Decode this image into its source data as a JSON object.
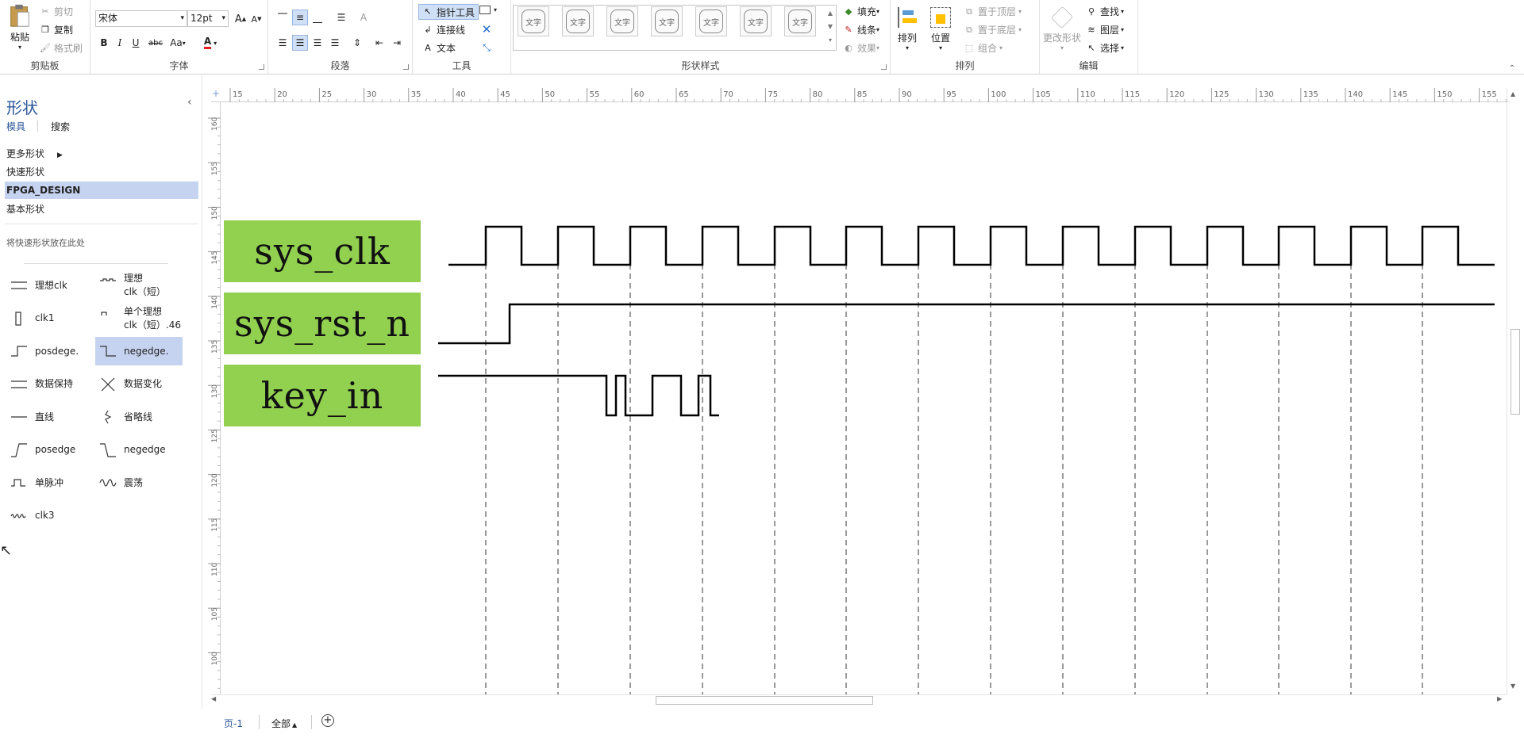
{
  "clipboard": {
    "paste": "粘贴",
    "cut": "剪切",
    "copy": "复制",
    "format_painter": "格式刷",
    "label": "剪贴板"
  },
  "font": {
    "name": "宋体",
    "size": "12pt",
    "label": "字体",
    "bold": "B",
    "italic": "I",
    "underline": "U",
    "strike": "abc",
    "case": "Aa"
  },
  "paragraph": {
    "label": "段落"
  },
  "tools": {
    "pointer": "指针工具",
    "connector": "连接线",
    "text": "文本",
    "label": "工具"
  },
  "shape_styles": {
    "label": "形状样式",
    "sample": "文字",
    "fill": "填充",
    "line": "线条",
    "effects": "效果"
  },
  "arrange": {
    "arrange": "排列",
    "position": "位置",
    "bring_front": "置于顶层",
    "send_back": "置于底层",
    "group": "组合",
    "label": "排列"
  },
  "edit": {
    "change_shape": "更改形状",
    "find": "查找",
    "layers": "图层",
    "select": "选择",
    "label": "编辑"
  },
  "panel": {
    "title": "形状",
    "tab_stencils": "模具",
    "tab_search": "搜索",
    "more_shapes": "更多形状",
    "quick_shapes": "快速形状",
    "fpga": "FPGA_DESIGN",
    "basic": "基本形状",
    "drop_hint": "将快速形状放在此处"
  },
  "shapes": [
    {
      "label": "理想clk",
      "icon": "ideal-clk-icon"
    },
    {
      "label": "理想\nclk（短）",
      "icon": "ideal-clk-short-icon"
    },
    {
      "label": "clk1",
      "icon": "clk1-icon"
    },
    {
      "label": "单个理想\nclk（短）.46",
      "icon": "single-ideal-clk-icon"
    },
    {
      "label": "posdege.",
      "icon": "posedge-step-icon"
    },
    {
      "label": "negedge.",
      "icon": "negedge-step-icon"
    },
    {
      "label": "数据保持",
      "icon": "data-hold-icon"
    },
    {
      "label": "数据变化",
      "icon": "data-change-icon"
    },
    {
      "label": "直线",
      "icon": "line-icon"
    },
    {
      "label": "省略线",
      "icon": "ellipsis-icon"
    },
    {
      "label": "posedge",
      "icon": "posedge-icon"
    },
    {
      "label": "negedge",
      "icon": "negedge-icon"
    },
    {
      "label": "单脉冲",
      "icon": "pulse-icon"
    },
    {
      "label": "震荡",
      "icon": "oscillation-icon"
    },
    {
      "label": "clk3",
      "icon": "clk3-icon"
    }
  ],
  "hruler": [
    "15",
    "20",
    "25",
    "30",
    "35",
    "40",
    "45",
    "50",
    "55",
    "60",
    "65",
    "70",
    "75",
    "80",
    "85",
    "90",
    "95",
    "100",
    "105",
    "110",
    "115",
    "120",
    "125",
    "130",
    "135",
    "140",
    "145",
    "150",
    "155"
  ],
  "vruler": [
    "160",
    "155",
    "150",
    "145",
    "140",
    "135",
    "130",
    "125",
    "120",
    "115",
    "110",
    "105",
    "100"
  ],
  "signals": {
    "clk": "sys_clk",
    "rst": "sys_rst_n",
    "key": "key_in"
  },
  "signal_color": "#92d050",
  "page": {
    "tab": "页-1",
    "all": "全部"
  }
}
